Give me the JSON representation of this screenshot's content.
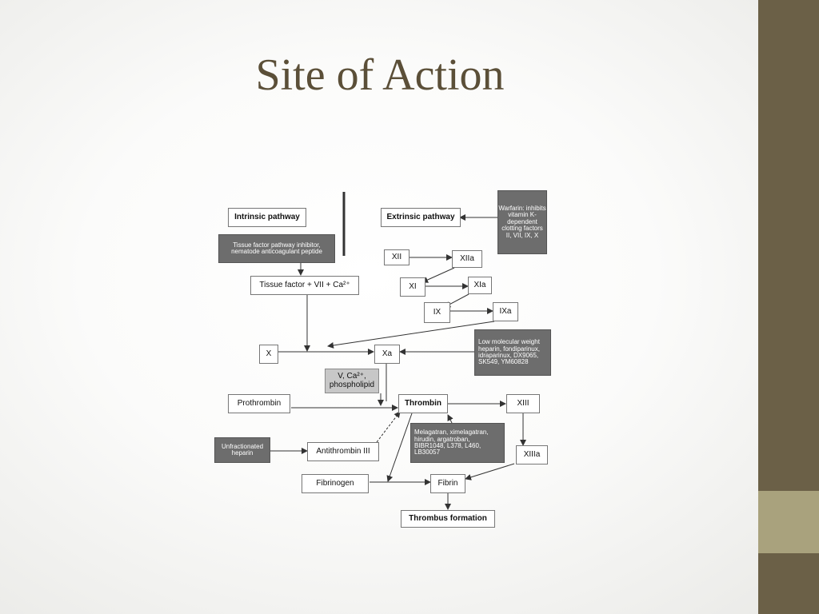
{
  "slide": {
    "title": "Site of Action"
  },
  "diagram": {
    "intrinsic": "Intrinsic pathway",
    "extrinsic": "Extrinsic pathway",
    "tfpi": "Tissue factor pathway inhibitor, nematode anticoagulant peptide",
    "warfarin": "Warfarin: inhibits vitamin K-dependent clotting factors II, VII, IX, X",
    "tissue_factor": "Tissue factor + VII + Ca²⁺",
    "xii": "XII",
    "xiia": "XIIa",
    "xi": "XI",
    "xia": "XIa",
    "ix": "IX",
    "ixa": "IXa",
    "x": "X",
    "xa": "Xa",
    "lmwh": "Low molecular weight heparin, fondiparinux, idraparinux, DX9065, SK549, YM60828",
    "cofactor": "V, Ca²⁺, phospholipid",
    "prothrombin": "Prothrombin",
    "thrombin": "Thrombin",
    "xiii": "XIII",
    "dti": "Melagatran, ximelagatran, hirudin, argatroban, BIBR1048, L378, L460, LB30057",
    "unfractionated": "Unfractionated heparin",
    "antithrombin": "Antithrombin III",
    "xiiia": "XIIIa",
    "fibrinogen": "Fibrinogen",
    "fibrin": "Fibrin",
    "thrombus": "Thrombus formation"
  },
  "colors": {
    "sidebar": "#6b6047",
    "sidebar_accent": "#a9a27d",
    "title": "#5b4f38",
    "inhibitor_box": "#6d6d6d",
    "cofactor_box": "#c7c7c7"
  }
}
